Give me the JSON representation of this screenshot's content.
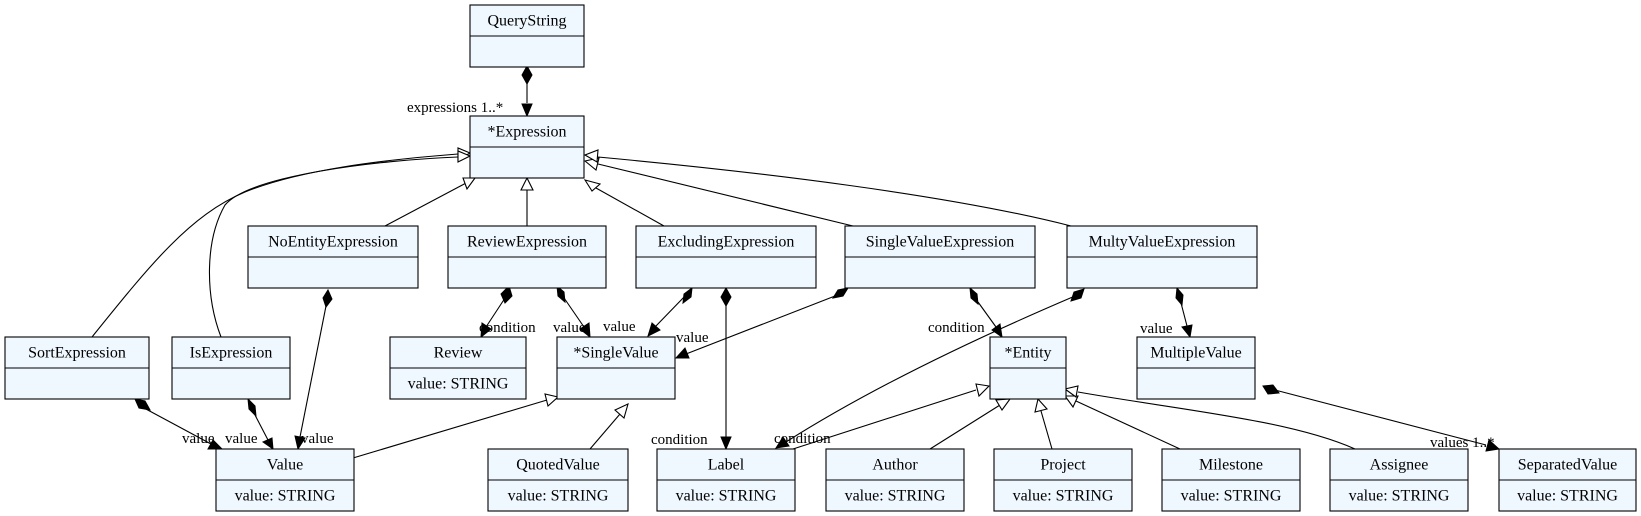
{
  "classes": {
    "querystring": {
      "name": "QueryString",
      "attrs": []
    },
    "expression": {
      "name": "*Expression",
      "attrs": []
    },
    "noentity": {
      "name": "NoEntityExpression",
      "attrs": []
    },
    "review_expr": {
      "name": "ReviewExpression",
      "attrs": []
    },
    "excluding": {
      "name": "ExcludingExpression",
      "attrs": []
    },
    "singlevalue_expr": {
      "name": "SingleValueExpression",
      "attrs": []
    },
    "multyvalue_expr": {
      "name": "MultyValueExpression",
      "attrs": []
    },
    "sort": {
      "name": "SortExpression",
      "attrs": []
    },
    "is": {
      "name": "IsExpression",
      "attrs": []
    },
    "review": {
      "name": "Review",
      "attrs": [
        "value: STRING"
      ]
    },
    "singlevalue": {
      "name": "*SingleValue",
      "attrs": []
    },
    "entity": {
      "name": "*Entity",
      "attrs": []
    },
    "multiplevalue": {
      "name": "MultipleValue",
      "attrs": []
    },
    "value": {
      "name": "Value",
      "attrs": [
        "value: STRING"
      ]
    },
    "quotedvalue": {
      "name": "QuotedValue",
      "attrs": [
        "value: STRING"
      ]
    },
    "label": {
      "name": "Label",
      "attrs": [
        "value: STRING"
      ]
    },
    "author": {
      "name": "Author",
      "attrs": [
        "value: STRING"
      ]
    },
    "project": {
      "name": "Project",
      "attrs": [
        "value: STRING"
      ]
    },
    "milestone": {
      "name": "Milestone",
      "attrs": [
        "value: STRING"
      ]
    },
    "assignee": {
      "name": "Assignee",
      "attrs": [
        "value: STRING"
      ]
    },
    "separatedvalue": {
      "name": "SeparatedValue",
      "attrs": [
        "value: STRING"
      ]
    }
  },
  "roles": {
    "expressions": "expressions 1..*",
    "review_condition": "condition",
    "review_value": "value",
    "excluding_value": "value",
    "singlevalue_value": "value",
    "sve_condition": "condition",
    "mve_value": "value",
    "excluding_condition": "condition",
    "mve_condition": "condition",
    "sort_value": "value",
    "is_value": "value",
    "noentity_value": "value",
    "values": "values 1..*"
  }
}
